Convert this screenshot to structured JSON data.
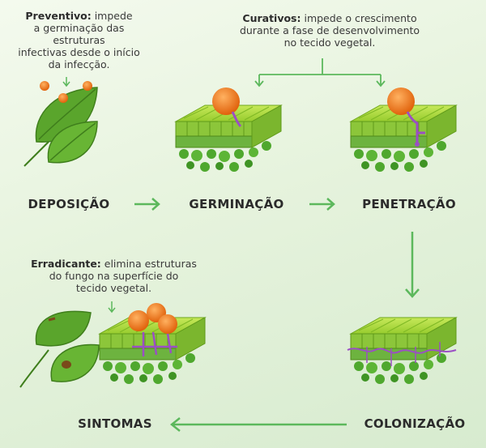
{
  "notes": {
    "preventivo": {
      "title": "Preventivo:",
      "text_line1": " impede",
      "text_rest": [
        "a germinação das estruturas",
        "infectivas desde o início",
        "da infecção."
      ]
    },
    "curativos": {
      "title": "Curativos:",
      "text_line1": " impede o crescimento",
      "text_rest": [
        "durante a fase de desenvolvimento",
        "no tecido vegetal."
      ]
    },
    "erradicante": {
      "title": "Erradicante:",
      "text_line1": " elimina estruturas",
      "text_rest": [
        "do fungo na superfície do",
        "tecido vegetal."
      ]
    }
  },
  "stages": {
    "deposicao": "DEPOSIÇÃO",
    "germinacao": "GERMINAÇÃO",
    "penetracao": "PENETRAÇÃO",
    "colonizacao": "COLONIZAÇÃO",
    "sintomas": "SINTOMAS"
  },
  "colors": {
    "arrow": "#5cb85c",
    "tissue_top": "#a8d63a",
    "tissue_side": "#7fbf2a",
    "cell_green": "#4fa82e",
    "spore_orange": "#f07a1a",
    "hypha_purple": "#9b4fc4",
    "leaf_green": "#5aa52c"
  },
  "icons": [
    "leaf-icon",
    "spore-icon",
    "tissue-block-icon",
    "arrow-right-icon",
    "arrow-down-icon",
    "arrow-left-icon"
  ]
}
